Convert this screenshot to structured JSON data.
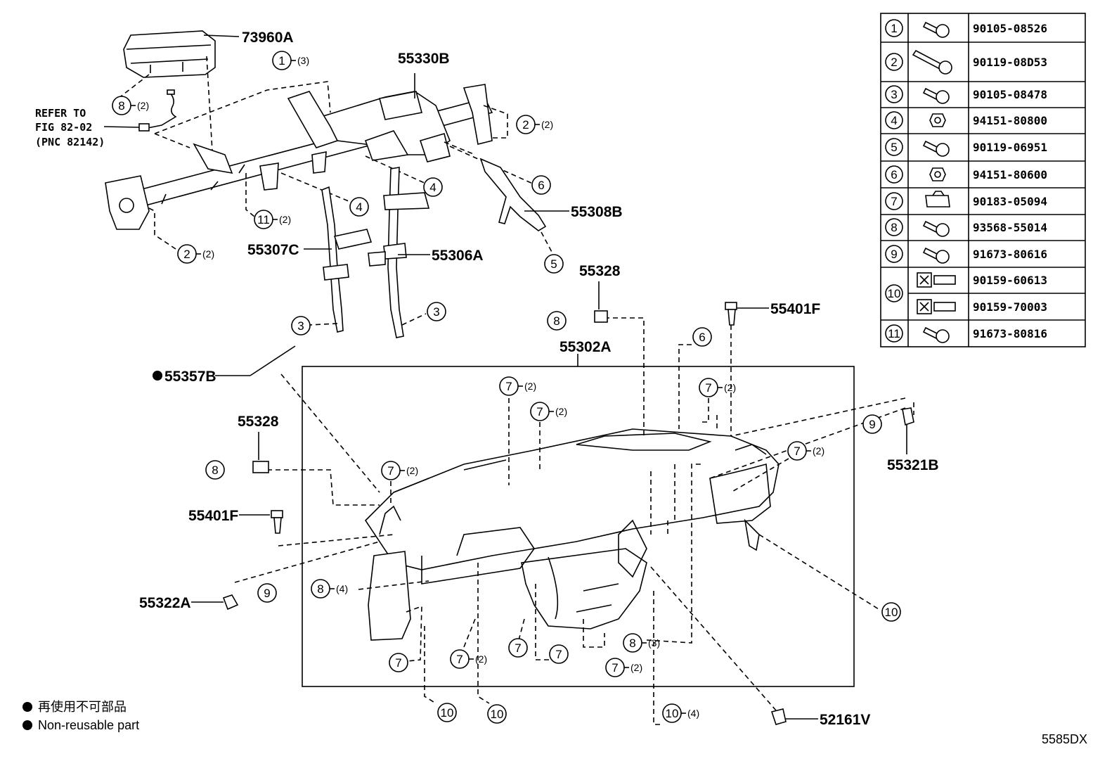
{
  "refer": {
    "line1": "REFER TO",
    "line2": "FIG 82-02",
    "line3": "(PNC 82142)"
  },
  "parts": {
    "p73960A": "73960A",
    "p55330B": "55330B",
    "p55308B": "55308B",
    "p55307C": "55307C",
    "p55306A": "55306A",
    "p55328_top": "55328",
    "p55401F_top": "55401F",
    "p55302A": "55302A",
    "p55357B": "55357B",
    "p55328_left": "55328",
    "p55401F_left": "55401F",
    "p55322A": "55322A",
    "p55321B": "55321B",
    "p52161V": "52161V"
  },
  "callouts": [
    {
      "n": "1",
      "q": "(3)"
    },
    {
      "n": "8",
      "q": "(2)"
    },
    {
      "n": "2",
      "q": "(2)"
    },
    {
      "n": "4",
      "q": ""
    },
    {
      "n": "4",
      "q": ""
    },
    {
      "n": "6",
      "q": ""
    },
    {
      "n": "11",
      "q": "(2)"
    },
    {
      "n": "2",
      "q": "(2)"
    },
    {
      "n": "5",
      "q": ""
    },
    {
      "n": "3",
      "q": ""
    },
    {
      "n": "3",
      "q": ""
    },
    {
      "n": "8",
      "q": ""
    },
    {
      "n": "6",
      "q": ""
    },
    {
      "n": "7",
      "q": "(2)"
    },
    {
      "n": "7",
      "q": "(2)"
    },
    {
      "n": "7",
      "q": "(2)"
    },
    {
      "n": "9",
      "q": ""
    },
    {
      "n": "8",
      "q": ""
    },
    {
      "n": "7",
      "q": "(2)"
    },
    {
      "n": "7",
      "q": "(2)"
    },
    {
      "n": "9",
      "q": ""
    },
    {
      "n": "8",
      "q": "(4)"
    },
    {
      "n": "10",
      "q": ""
    },
    {
      "n": "7",
      "q": ""
    },
    {
      "n": "7",
      "q": "(2)"
    },
    {
      "n": "7",
      "q": ""
    },
    {
      "n": "7",
      "q": ""
    },
    {
      "n": "8",
      "q": "(3)"
    },
    {
      "n": "7",
      "q": "(2)"
    },
    {
      "n": "10",
      "q": ""
    },
    {
      "n": "10",
      "q": ""
    },
    {
      "n": "10",
      "q": "(4)"
    }
  ],
  "table": [
    {
      "no": "1",
      "pn": "90105-08526",
      "icon": "flange-bolt-icon"
    },
    {
      "no": "2",
      "pn": "90119-08D53",
      "icon": "long-bolt-icon"
    },
    {
      "no": "3",
      "pn": "90105-08478",
      "icon": "flange-bolt-icon"
    },
    {
      "no": "4",
      "pn": "94151-80800",
      "icon": "nut-icon"
    },
    {
      "no": "5",
      "pn": "90119-06951",
      "icon": "flange-bolt-icon"
    },
    {
      "no": "6",
      "pn": "94151-80600",
      "icon": "nut-icon"
    },
    {
      "no": "7",
      "pn": "90183-05094",
      "icon": "clip-nut-icon"
    },
    {
      "no": "8",
      "pn": "93568-55014",
      "icon": "screw-icon"
    },
    {
      "no": "9",
      "pn": "91673-80616",
      "icon": "screw-icon"
    },
    {
      "no": "10",
      "pn": "90159-60613",
      "icon": "clip-icon"
    },
    {
      "no": "",
      "pn": "90159-70003",
      "icon": "clip-icon"
    },
    {
      "no": "11",
      "pn": "91673-80816",
      "icon": "screw-icon"
    }
  ],
  "legend": {
    "line1": "再使用不可部品",
    "line2": "Non-reusable part"
  },
  "figure_code": "5585DX"
}
